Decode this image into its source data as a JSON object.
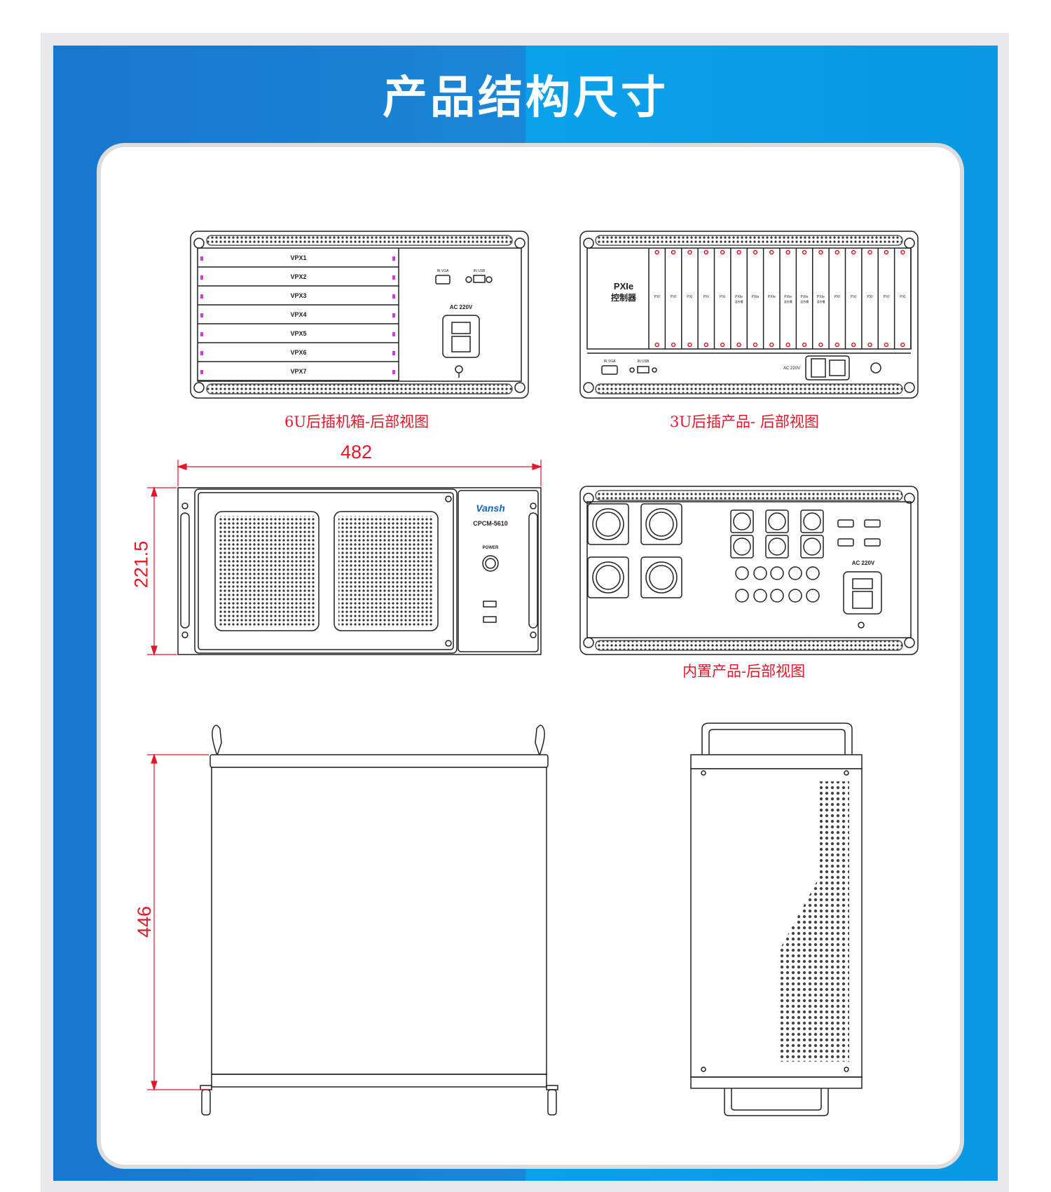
{
  "page": {
    "title": "产品结构尺寸"
  },
  "colors": {
    "blue_dark": "#1777cf",
    "blue_light": "#0aa1ea",
    "caption": "#e0182a",
    "line": "#222222"
  },
  "rear_6u": {
    "caption": "6U后插机箱-后部视图",
    "slots": [
      "VPX1",
      "VPX2",
      "VPX3",
      "VPX4",
      "VPX5",
      "VPX6",
      "VPX7"
    ],
    "vga_label": "IN VGA",
    "usb_label": "IN USB",
    "power_label": "AC 220V"
  },
  "rear_3u": {
    "caption": "3U后插产品- 后部视图",
    "controller": "PXIe",
    "controller_sub": "控制器",
    "slots": [
      "PXI",
      "PXI",
      "PXI",
      "PXI",
      "PXI",
      "PXIe",
      "PXIe",
      "PXIe",
      "PXIe",
      "PXIe",
      "PXIe",
      "PXI",
      "PXI",
      "PXI",
      "PXI",
      "PXI"
    ],
    "slots_sub": [
      "",
      "",
      "",
      "",
      "",
      "混合槽",
      "",
      "",
      "混合槽",
      "混合槽",
      "混合槽",
      "",
      "",
      "",
      "",
      ""
    ],
    "vga_label": "IN VGA",
    "usb_label": "IN USB",
    "power_label": "AC 220V"
  },
  "front": {
    "width_dim": "482",
    "height_dim": "221.5",
    "brand": "Vansh",
    "model": "CPCM-5610",
    "power_label": "POWER"
  },
  "rear_internal": {
    "caption": "内置产品-后部视图",
    "power_label": "AC 220V"
  },
  "side": {
    "depth_dim": "446"
  }
}
